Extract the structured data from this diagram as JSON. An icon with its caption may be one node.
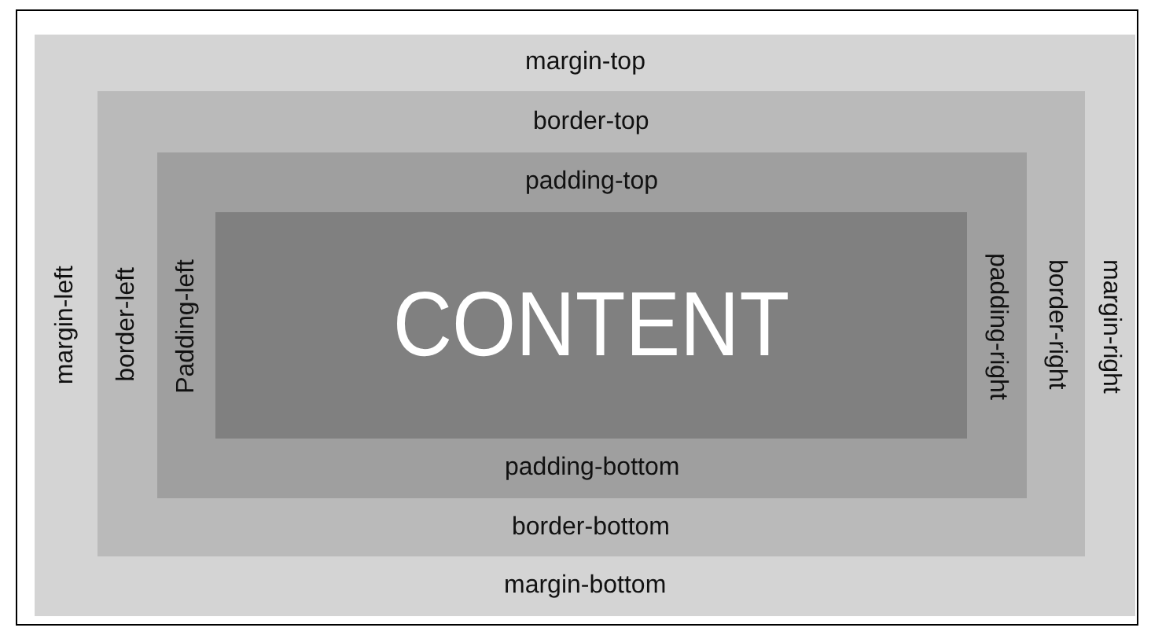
{
  "diagram": {
    "nodes": [
      {
        "text": [
          "margin-top",
          "margin-left",
          "margin-right",
          "margin-bottom"
        ]
      },
      {
        "text": [
          "border-top",
          "border-left",
          "border-right",
          "border-bottom"
        ],
        "in": 0
      },
      {
        "text": [
          "padding-top",
          "Padding-left",
          "padding-right",
          "padding-bottom"
        ],
        "in": 1
      },
      {
        "text": [
          "CONTENT"
        ],
        "in": 2
      }
    ]
  }
}
